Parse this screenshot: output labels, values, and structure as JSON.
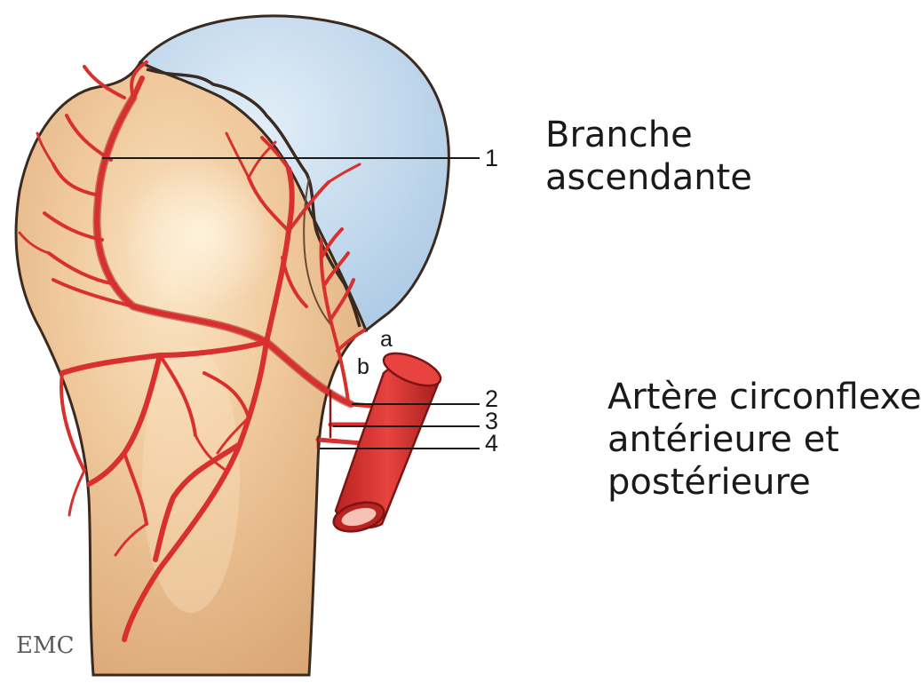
{
  "figure": {
    "labels": {
      "n1": "1",
      "n2": "2",
      "n3": "3",
      "n4": "4",
      "a": "a",
      "b": "b"
    },
    "watermark": "EMC",
    "colors": {
      "bone": "#efc79a",
      "bone_shadow": "#d9a574",
      "bone_highlight": "#fbe6c6",
      "cartilage": "#b8d3ea",
      "artery": "#d8302e",
      "artery_dark": "#a51d1c",
      "vessel_inner": "#f7c1b5",
      "outline": "#3a2a20",
      "leader": "#1a1a1a"
    }
  },
  "captions": {
    "branche": [
      "Branche",
      "ascendante"
    ],
    "artere": [
      "Artère circonflexe",
      "antérieure et",
      "postérieure"
    ]
  }
}
